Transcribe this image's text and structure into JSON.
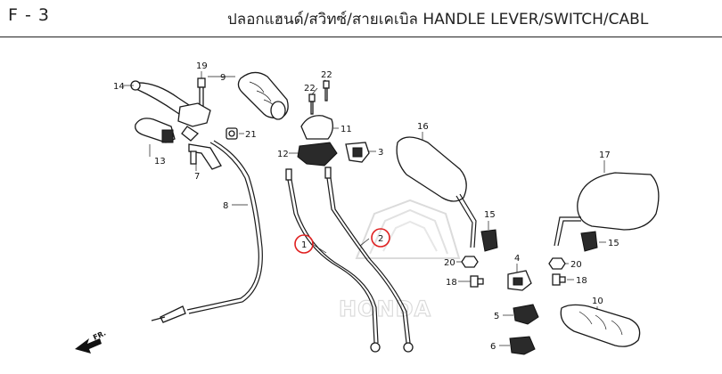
{
  "header": {
    "section_code": "F - 3",
    "title": "ปลอกแฮนด์/สวิทซ์/สายเคเบิล  HANDLE LEVER/SWITCH/CABL"
  },
  "watermark": {
    "text": "HONDA"
  },
  "arrow": {
    "label": "FR."
  },
  "highlight_color": "#e02020",
  "callouts": {
    "c1": "1",
    "c2": "2",
    "c3": "3",
    "c4": "4",
    "c5": "5",
    "c6": "6",
    "c7": "7",
    "c8": "8",
    "c9": "9",
    "c10": "10",
    "c11": "11",
    "c12": "12",
    "c13": "13",
    "c14": "14",
    "c15a": "15",
    "c15b": "15",
    "c16": "16",
    "c17": "17",
    "c18a": "18",
    "c18b": "18",
    "c19": "19",
    "c20a": "20",
    "c20b": "20",
    "c21": "21",
    "c22a": "22",
    "c22b": "22"
  }
}
